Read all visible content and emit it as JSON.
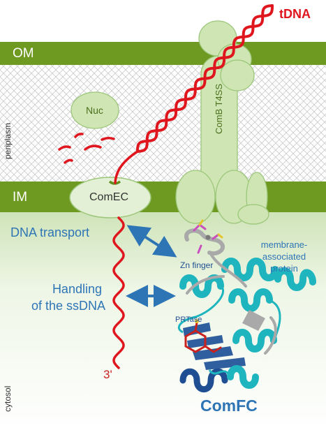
{
  "membranes": {
    "outer": "OM",
    "inner": "IM",
    "periplasm": "periplasm",
    "cytosol": "cytosol"
  },
  "proteins": {
    "nuc": "Nuc",
    "comec": "ComEC",
    "comb": "ComB T4SS",
    "comfc": "ComFC"
  },
  "dna": {
    "incoming": "tDNA",
    "end": "3'"
  },
  "labels": {
    "transport": "DNA transport",
    "handling_line1": "Handling",
    "handling_line2": "of the ssDNA",
    "zn_finger": "Zn finger",
    "prtase": "PRTase",
    "membrane_line1": "membrane-",
    "membrane_line2": "associated",
    "membrane_line3": "protein"
  },
  "colors": {
    "membrane_green": "#6e9a22",
    "protein_fill": "#cfe6b4",
    "protein_stroke": "#8fbf6a",
    "dna_red": "#e0161e",
    "text_blue": "#2e75b6",
    "arrow_blue": "#2e75b6",
    "helix_cyan": "#1fb5bf",
    "sheet_blue": "#2f5f9e"
  }
}
